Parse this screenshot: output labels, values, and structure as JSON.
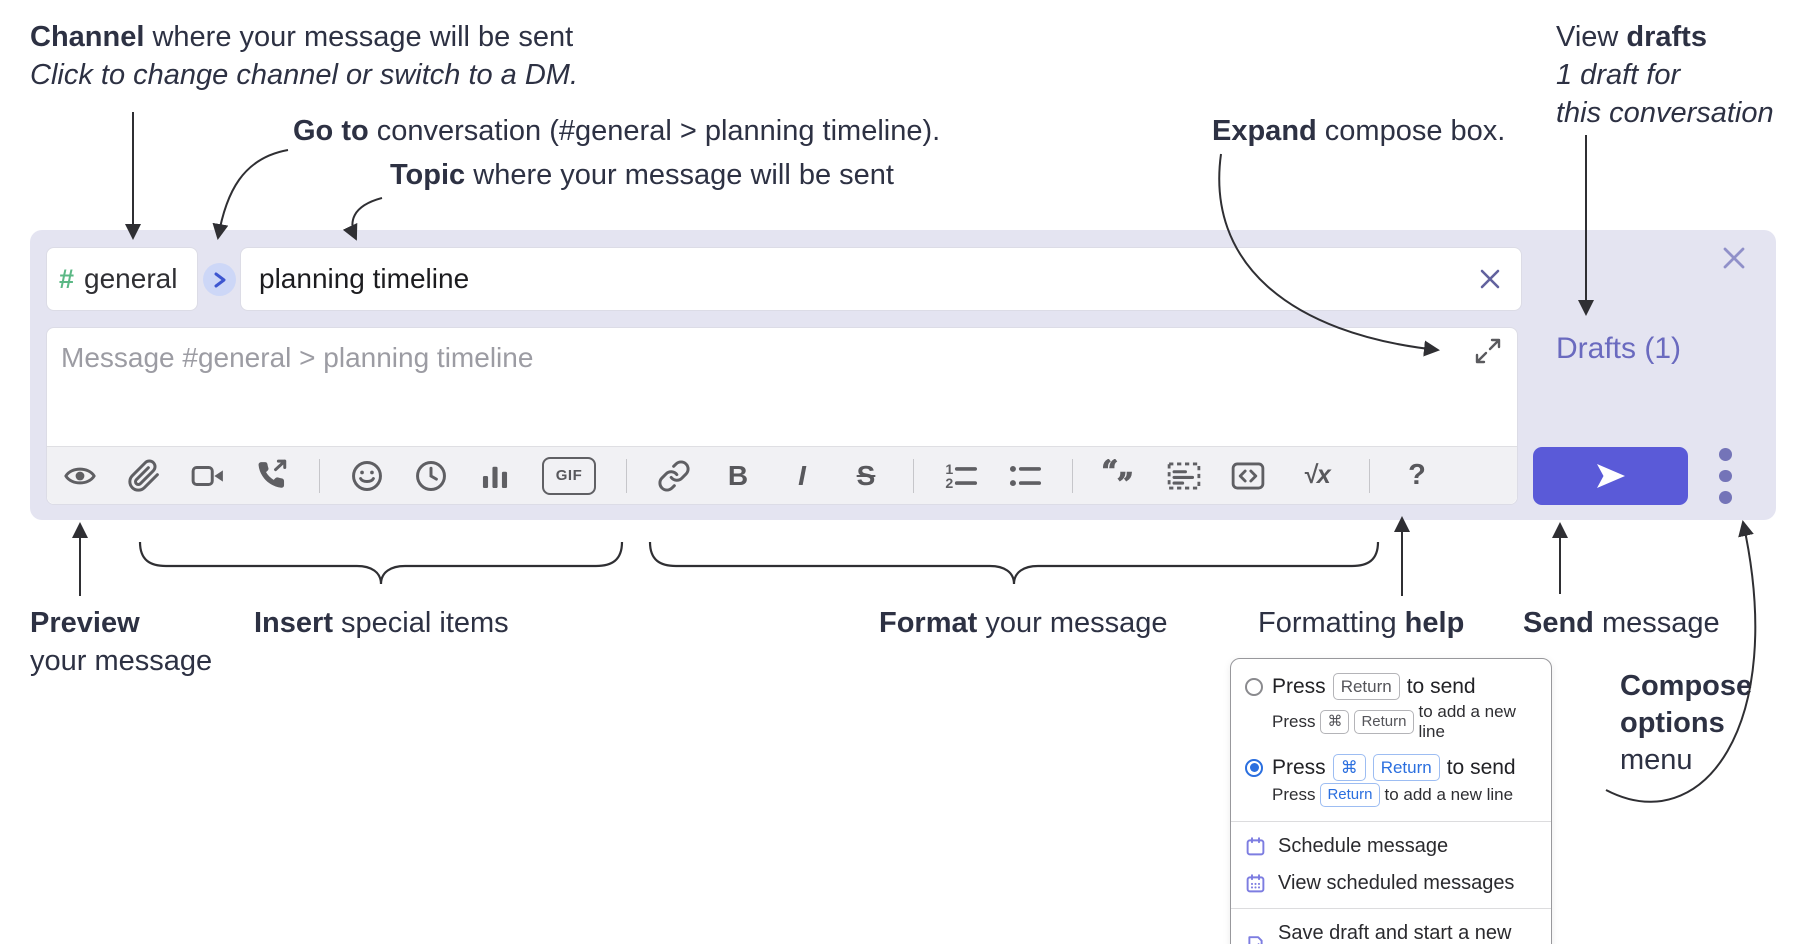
{
  "colors": {
    "container_bg": "#e4e4f1",
    "accent_indigo": "#5a5ad8",
    "link_purple": "#6a6abf",
    "hash_green": "#5bb885",
    "annotation_text": "#2d3143",
    "selected_blue": "#2b6fdf",
    "menu_icon_purple": "#7d7de1"
  },
  "annotations": {
    "channel": {
      "bold": "Channel",
      "rest": " where your message will be sent",
      "line2": "Click to change channel or switch to a DM."
    },
    "goto": {
      "bold": "Go to",
      "rest": " conversation (#general > planning timeline)."
    },
    "topic": {
      "bold": "Topic",
      "rest": " where your message will be sent"
    },
    "expand": {
      "bold": "Expand",
      "rest": " compose box."
    },
    "view_drafts": {
      "pre": "View ",
      "bold": "drafts",
      "line2": "1 draft for",
      "line3": "this conversation"
    },
    "preview": {
      "bold": "Preview",
      "line2": "your message"
    },
    "insert": {
      "bold": "Insert",
      "rest": " special items"
    },
    "format": {
      "bold": "Format",
      "rest": " your message"
    },
    "formatting_help": {
      "pre": "Formatting ",
      "bold": "help"
    },
    "send": {
      "bold": "Send",
      "rest": " message"
    },
    "compose_options": {
      "line1": "Compose",
      "line2": "options",
      "line3": "menu"
    }
  },
  "compose": {
    "channel_hash": "#",
    "channel_name": "general",
    "topic_value": "planning timeline",
    "message_placeholder": "Message #general > planning timeline",
    "drafts_link": "Drafts (1)",
    "toolbar": {
      "gif": "GIF",
      "bold": "B",
      "italic": "I",
      "strike": "S",
      "math": "√x",
      "help": "?",
      "icons": [
        "preview-eye",
        "attach-paperclip",
        "video-call",
        "voice-call",
        "emoji",
        "time",
        "poll",
        "gif",
        "link",
        "bold",
        "italic",
        "strikethrough",
        "numbered-list",
        "bulleted-list",
        "quote",
        "spoiler",
        "code",
        "math",
        "help"
      ]
    }
  },
  "menu": {
    "option1": {
      "press": "Press",
      "kbd": "Return",
      "suffix": "to send",
      "sub_press": "Press",
      "sub_kbd1": "⌘",
      "sub_kbd2": "Return",
      "sub_suffix": "to add a new line"
    },
    "option2": {
      "press": "Press",
      "kbd1": "⌘",
      "kbd2": "Return",
      "suffix": "to send",
      "sub_press": "Press",
      "sub_kbd": "Return",
      "sub_suffix": "to add a new line"
    },
    "items": [
      {
        "label": "Schedule message"
      },
      {
        "label": "View scheduled messages"
      },
      {
        "label": "Save draft and start a new message"
      }
    ]
  }
}
